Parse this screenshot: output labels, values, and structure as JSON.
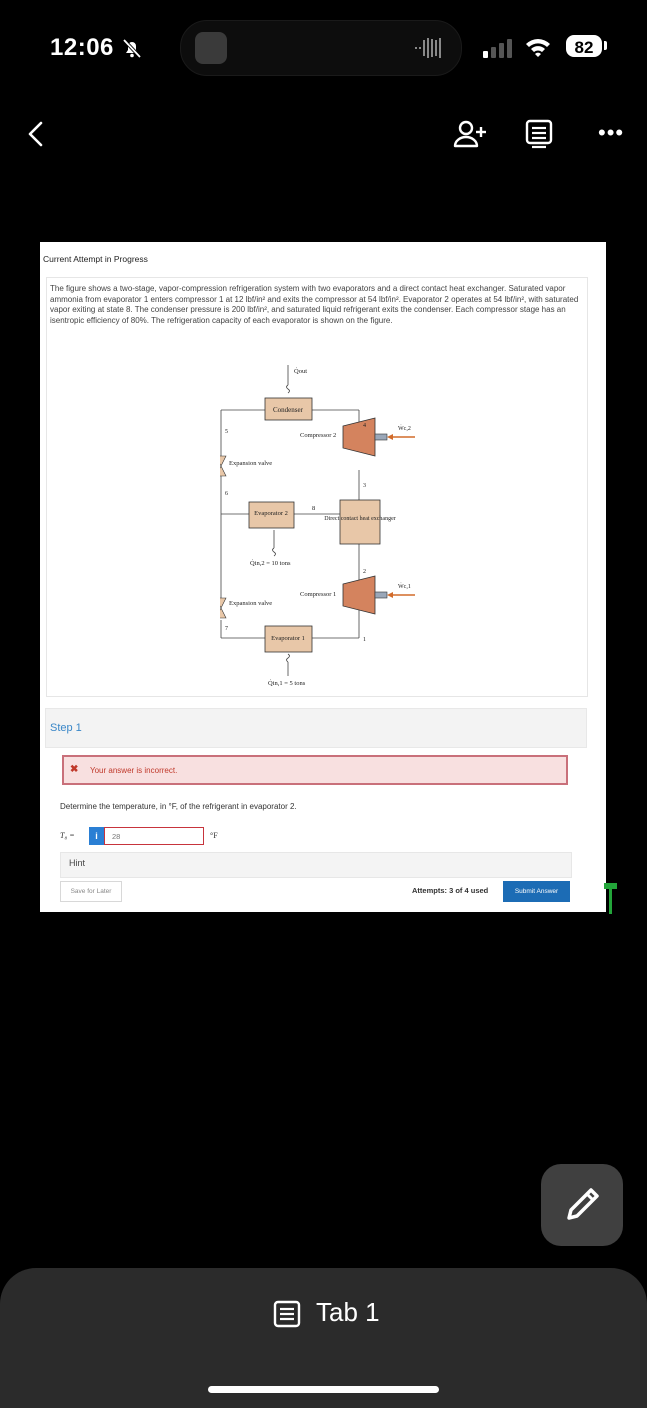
{
  "status_bar": {
    "time": "12:06",
    "battery": "82"
  },
  "tab": {
    "label": "Tab 1"
  },
  "page": {
    "caption": "Current Attempt in Progress",
    "question": "The figure shows a two-stage, vapor-compression refrigeration system with two evaporators and a direct contact heat exchanger. Saturated vapor ammonia from evaporator 1 enters compressor 1 at 12 lbf/in² and exits the compressor at 54 lbf/in². Evaporator 2 operates at 54 lbf/in², with saturated vapor exiting at state 8. The condenser pressure is 200 lbf/in², and saturated liquid refrigerant exits the condenser. Each compressor stage has an isentropic efficiency of 80%. The refrigeration capacity of each evaporator is shown on the figure.",
    "step_label": "Step 1",
    "error_message": "Your answer is incorrect.",
    "instruction": "Determine the temperature, in °F, of the refrigerant in evaporator 2.",
    "variable_label": "T₈ =",
    "info_label": "i",
    "answer_value": "28",
    "unit": "°F",
    "hint_label": "Hint",
    "save_label": "Save for Later",
    "attempts": "Attempts: 3 of 4 used",
    "submit_label": "Submit Answer"
  },
  "diagram": {
    "q_out": "Q̇out",
    "condenser": "Condenser",
    "compressor2": "Compressor 2",
    "w_c2": "Ẇc,2",
    "expansion_valve_top": "Expansion valve",
    "evaporator2": "Evaporator 2",
    "state8": "8",
    "dche": "Direct contact heat exchanger",
    "q_in2": "Q̇in,2 = 10 tons",
    "expansion_valve_bottom": "Expansion valve",
    "compressor1": "Compressor 1",
    "w_c1": "Ẇc,1",
    "evaporator1": "Evaporator 1",
    "q_in1": "Q̇in,1 = 5 tons",
    "states": [
      "1",
      "2",
      "3",
      "4",
      "5",
      "6",
      "7"
    ]
  }
}
